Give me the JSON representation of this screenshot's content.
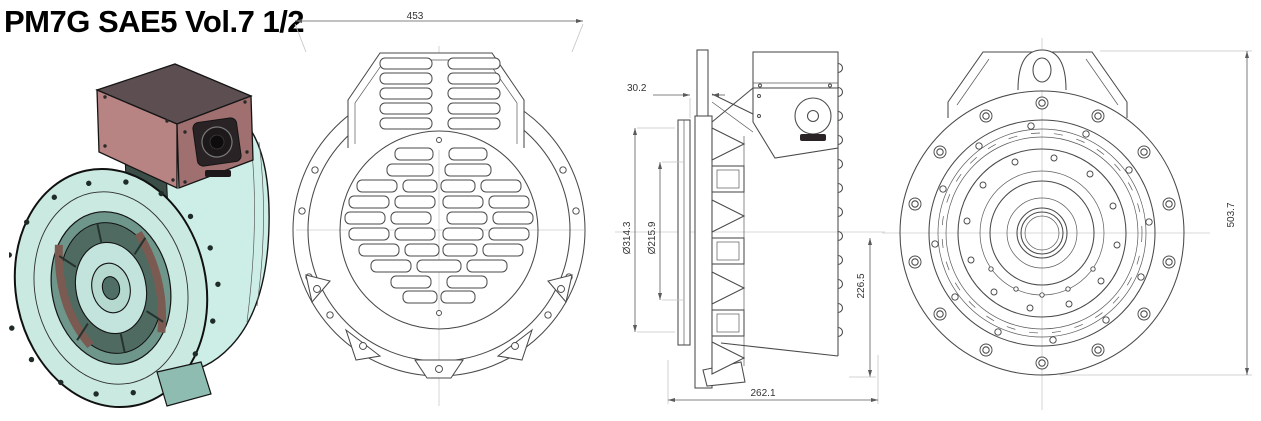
{
  "title": "PM7G SAE5 Vol.7 1/2",
  "views": {
    "front": {
      "dim_width": "453"
    },
    "side": {
      "dim_flange_offset": "30.2",
      "dim_flange_diameter": "Ø314.3",
      "dim_spigot_diameter": "Ø215.9",
      "dim_rear_height": "226.5",
      "dim_overall_length": "262.1"
    },
    "rear": {
      "dim_outer_diameter": "503.7"
    }
  },
  "colors": {
    "drawing_line": "#4a4a4a",
    "dim_text": "#333333",
    "centerline": "#cccccc",
    "body_teal": "#cdeee6",
    "flange_teal": "#c9e9e1",
    "cavity_teal": "#6e968b",
    "inner_dark_teal": "#4f6a61",
    "box_top": "#5d4f51",
    "box_front": "#b88383",
    "box_side": "#a06f6f",
    "connector_dark": "#2a2325"
  }
}
